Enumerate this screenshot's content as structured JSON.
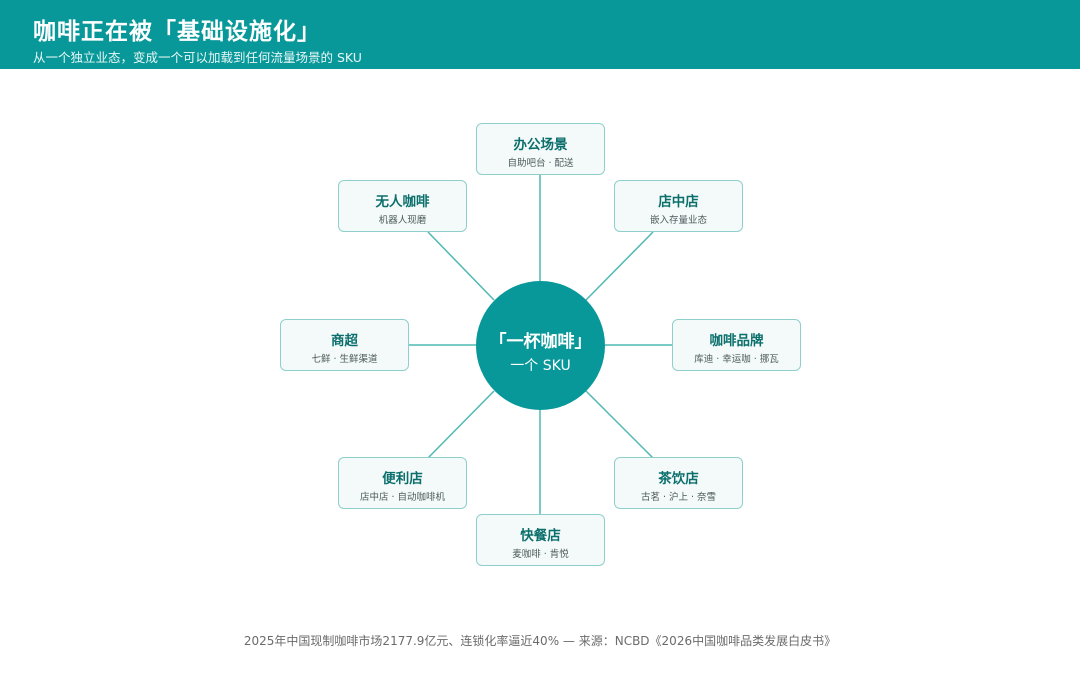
{
  "header": {
    "title": "咖啡正在被「基础设施化」",
    "subtitle": "从一个独立业态，变成一个可以加载到任何流量场景的 SKU"
  },
  "center": {
    "title": "「一杯咖啡」",
    "subtitle": "一个 SKU"
  },
  "nodes": [
    {
      "title": "办公场景",
      "subtitle": "自助吧台 · 配送"
    },
    {
      "title": "店中店",
      "subtitle": "嵌入存量业态"
    },
    {
      "title": "咖啡品牌",
      "subtitle": "库迪 · 幸运咖 · 挪瓦"
    },
    {
      "title": "茶饮店",
      "subtitle": "古茗 · 沪上 · 奈雪"
    },
    {
      "title": "快餐店",
      "subtitle": "麦咖啡 · 肯悦"
    },
    {
      "title": "便利店",
      "subtitle": "店中店 · 自动咖啡机"
    },
    {
      "title": "商超",
      "subtitle": "七鲜 · 生鲜渠道"
    },
    {
      "title": "无人咖啡",
      "subtitle": "机器人现磨"
    }
  ],
  "footer": "2025年中国现制咖啡市场2177.9亿元、连锁化率逼近40% — 来源：NCBD《2026中国咖啡品类发展白皮书》",
  "colors": {
    "accent": "#08989a",
    "node_border": "#8fcfcb",
    "node_fill": "#f4fafa",
    "node_title": "#0b6f6c"
  }
}
